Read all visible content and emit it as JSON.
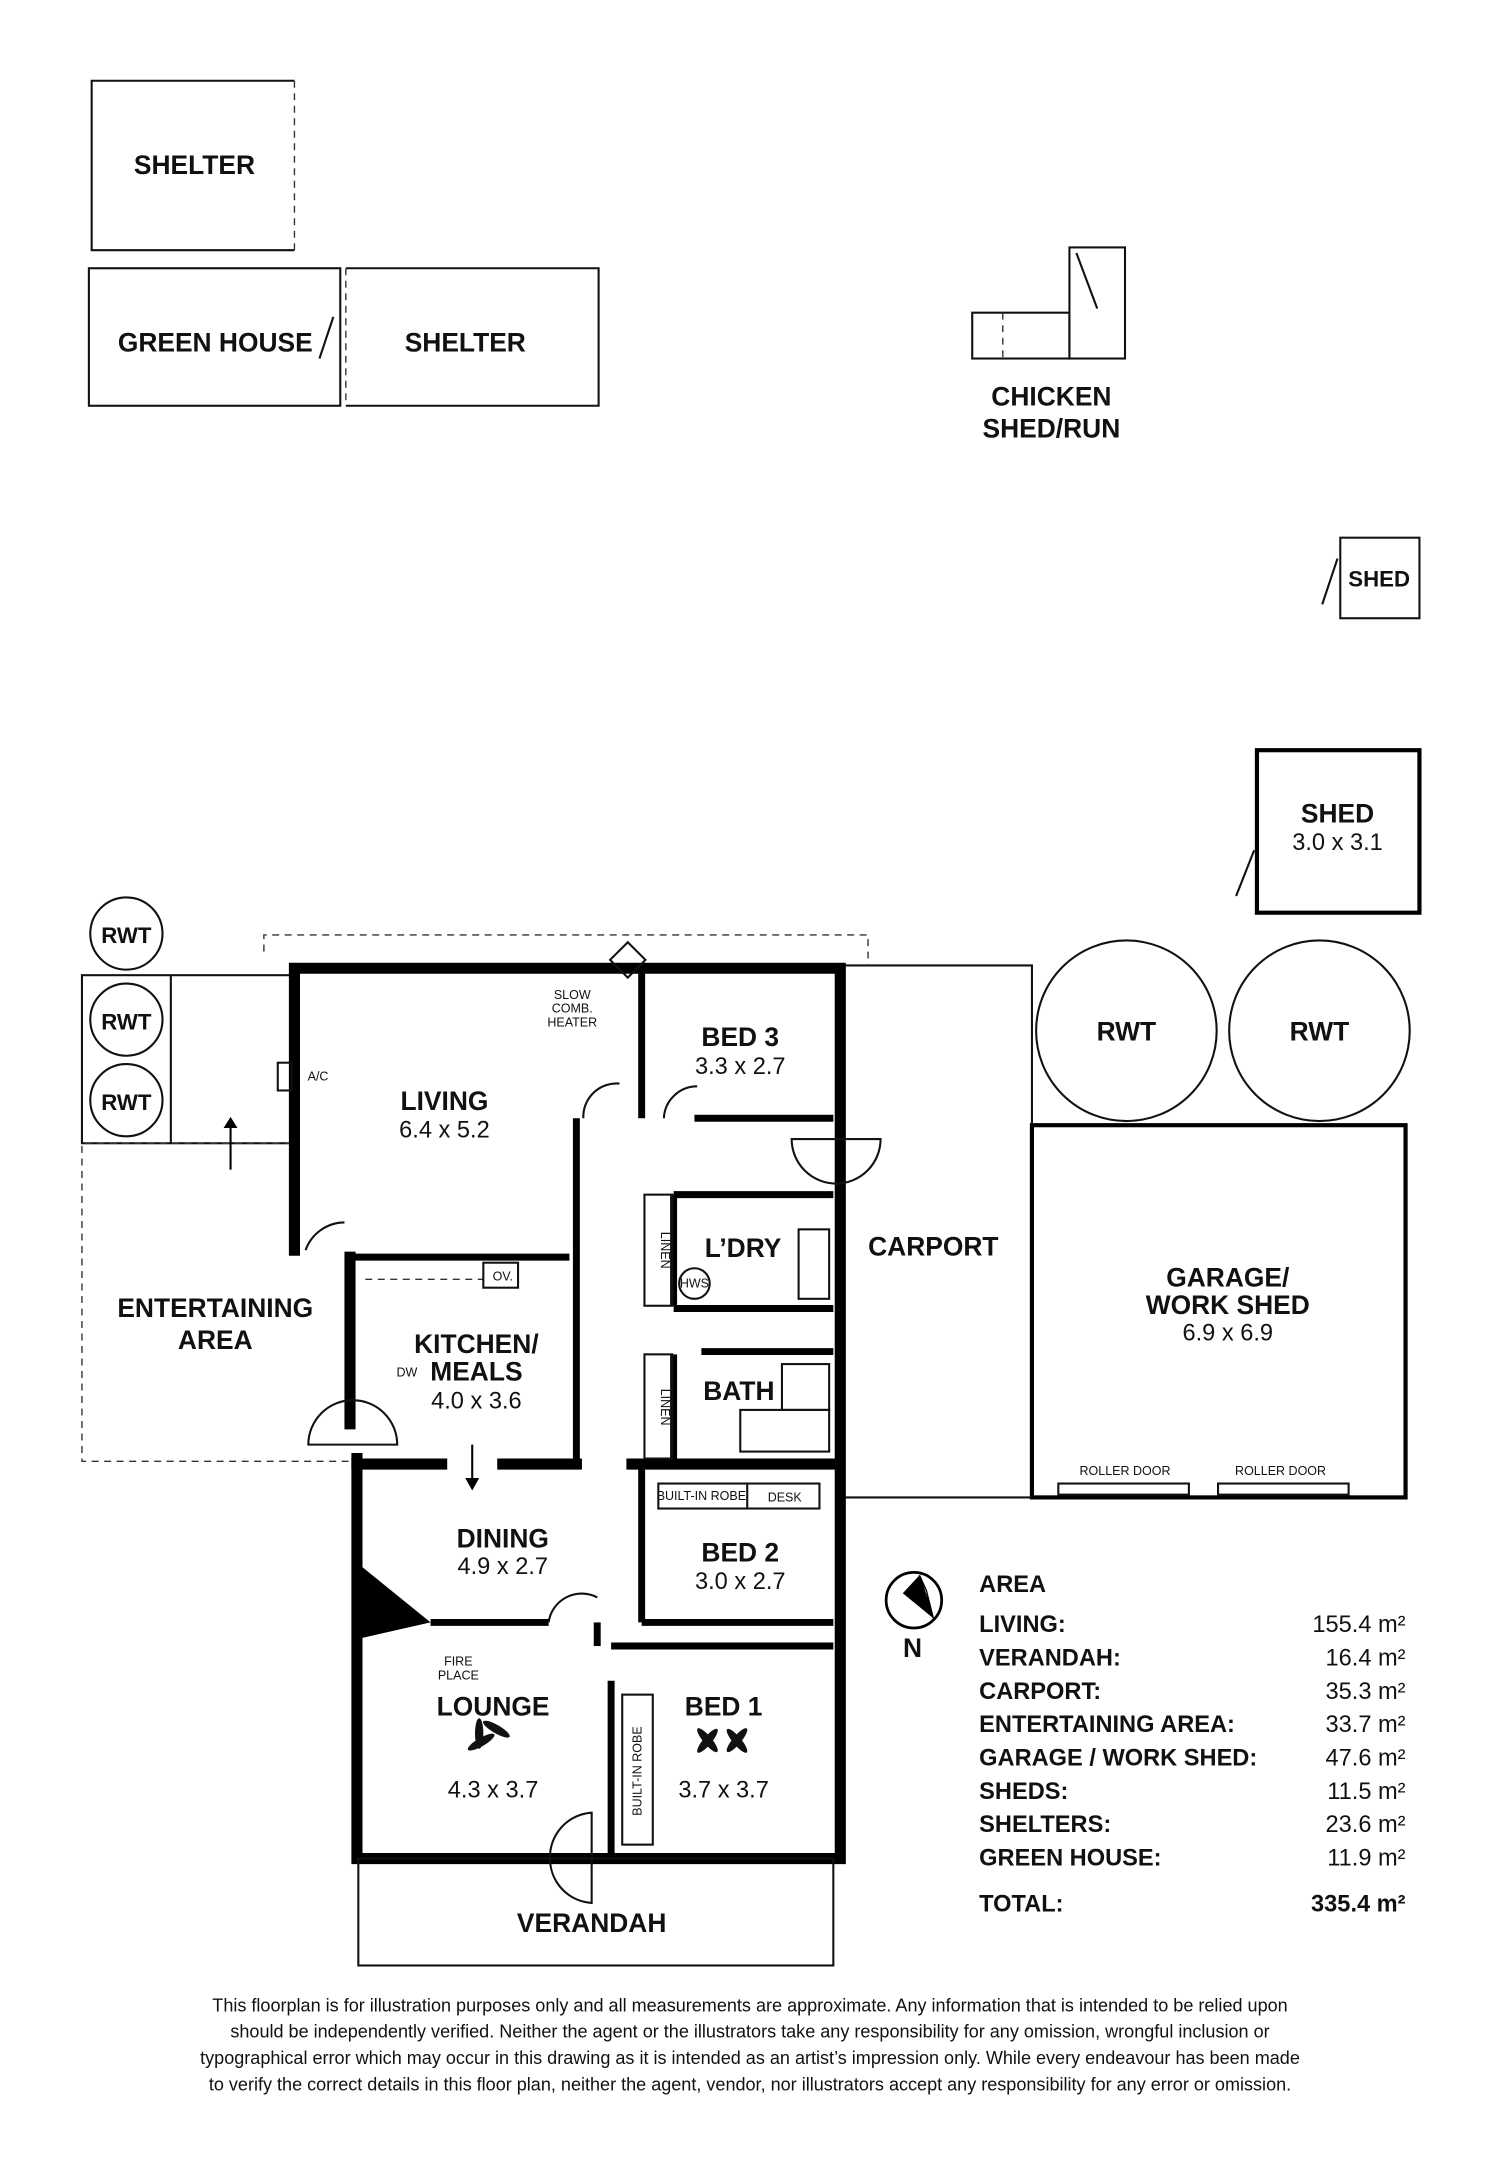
{
  "outbuildings": {
    "shelter_top": "SHELTER",
    "green_house": "GREEN HOUSE",
    "shelter_right": "SHELTER",
    "chicken_1": "CHICKEN",
    "chicken_2": "SHED/RUN",
    "small_shed": "SHED",
    "shed_name": "SHED",
    "shed_dim": "3.0 x 3.1",
    "rwt": "RWT",
    "garage_1": "GARAGE/",
    "garage_2": "WORK SHED",
    "garage_dim": "6.9 x 6.9",
    "roller_door": "ROLLER DOOR",
    "carport": "CARPORT",
    "entertaining_1": "ENTERTAINING",
    "entertaining_2": "AREA",
    "verandah": "VERANDAH"
  },
  "rooms": {
    "living": "LIVING",
    "living_dim": "6.4 x 5.2",
    "heater_1": "SLOW",
    "heater_2": "COMB.",
    "heater_3": "HEATER",
    "ac": "A/C",
    "bed3": "BED 3",
    "bed3_dim": "3.3 x 2.7",
    "laundry": "L’DRY",
    "hws": "HWS",
    "linen": "LINEN",
    "kitchen_1": "KITCHEN/",
    "kitchen_2": "MEALS",
    "kitchen_dim": "4.0 x 3.6",
    "oven": "OV.",
    "dw": "DW",
    "bath": "BATH",
    "robe": "BUILT-IN ROBE",
    "desk": "DESK",
    "dining": "DINING",
    "dining_dim": "4.9 x 2.7",
    "bed2": "BED 2",
    "bed2_dim": "3.0 x 2.7",
    "fire_1": "FIRE",
    "fire_2": "PLACE",
    "lounge": "LOUNGE",
    "lounge_dim": "4.3 x 3.7",
    "bed1": "BED 1",
    "bed1_dim": "3.7 x 3.7"
  },
  "compass": {
    "label": "N"
  },
  "area": {
    "title": "AREA",
    "rows": [
      {
        "label": "LIVING:",
        "value": "155.4 m²"
      },
      {
        "label": "VERANDAH:",
        "value": "16.4 m²"
      },
      {
        "label": "CARPORT:",
        "value": "35.3 m²"
      },
      {
        "label": "ENTERTAINING AREA:",
        "value": "33.7 m²"
      },
      {
        "label": "GARAGE / WORK SHED:",
        "value": "47.6 m²"
      },
      {
        "label": "SHEDS:",
        "value": "11.5 m²"
      },
      {
        "label": "SHELTERS:",
        "value": "23.6 m²"
      },
      {
        "label": "GREEN HOUSE:",
        "value": "11.9 m²"
      }
    ],
    "total_label": "TOTAL:",
    "total_value": "335.4 m²"
  },
  "disclaimer": [
    "This floorplan is for illustration purposes only and all measurements are approximate. Any information that is intended to be relied upon",
    "should be independently verified. Neither the agent or the illustrators take any responsibility for any omission, wrongful inclusion or",
    "typographical error which may occur in this drawing as it is intended as an artist’s impression only. While every endeavour has been made",
    "to verify the correct details in this floor plan, neither the agent, vendor, nor illustrators accept any responsibility for any error or omission."
  ]
}
